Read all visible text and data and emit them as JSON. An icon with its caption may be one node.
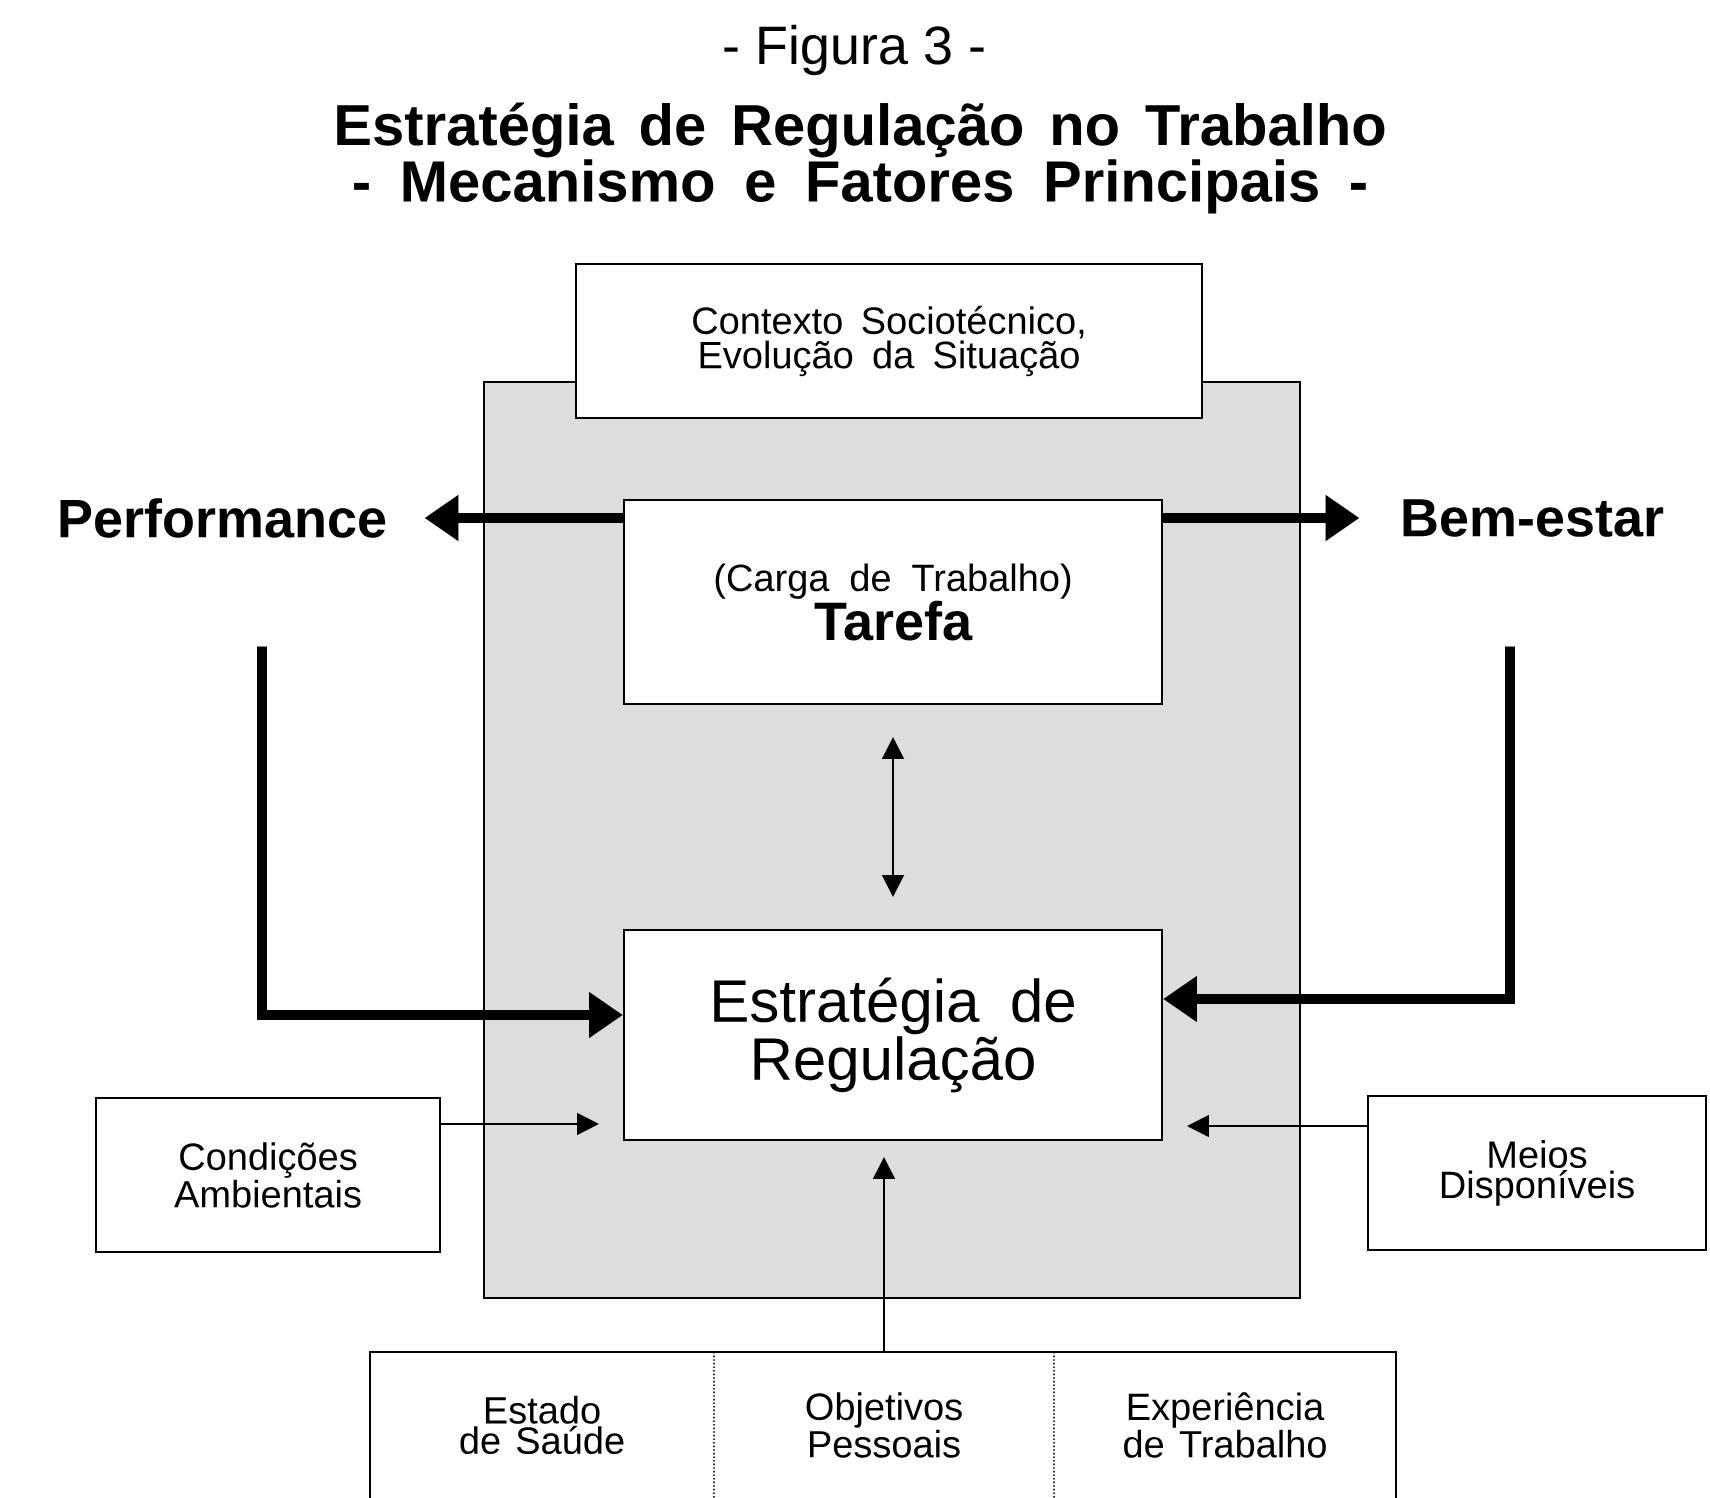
{
  "diagram": {
    "title": "Estratégia de Regulação no Trabalho - Mecanismo e Fatores Principais -",
    "labels": [
      "- Figura 3 -"
    ],
    "nodes": [
      {
        "text": [],
        "shape": "box"
      },
      {
        "text": [
          "Contexto Sociotécnico, Evolução da Situação"
        ]
      },
      {
        "text": [
          "Performance"
        ]
      },
      {
        "text": [
          "(Carga de Trabalho)",
          "Tarefa"
        ],
        "in": 0
      },
      {
        "text": [
          "Bem-estar"
        ]
      },
      {
        "text": [
          "Estratégia de Regulação"
        ],
        "in": 0
      },
      {
        "text": [
          "Condições Ambientais"
        ]
      },
      {
        "text": [
          "Meios Disponíveis"
        ]
      },
      {
        "text": [
          "Estado de Saúde"
        ]
      },
      {
        "text": [
          "Objetivos Pessoais"
        ]
      },
      {
        "text": [
          "Experiência de Trabalho"
        ]
      }
    ],
    "edges": [
      {
        "from": 3,
        "to": 2,
        "arrow": "to",
        "style": "thick"
      },
      {
        "from": 3,
        "to": 4,
        "arrow": "to",
        "style": "thick"
      },
      {
        "from": 2,
        "to": 5,
        "arrow": "to",
        "style": "thick"
      },
      {
        "from": 4,
        "to": 5,
        "arrow": "to",
        "style": "thick"
      },
      {
        "from": 3,
        "to": 5,
        "arrow": "both"
      },
      {
        "from": 6,
        "to": 5,
        "arrow": "to"
      },
      {
        "from": 7,
        "to": 5,
        "arrow": "to"
      },
      {
        "from": 9,
        "to": 5,
        "arrow": "to"
      }
    ]
  }
}
